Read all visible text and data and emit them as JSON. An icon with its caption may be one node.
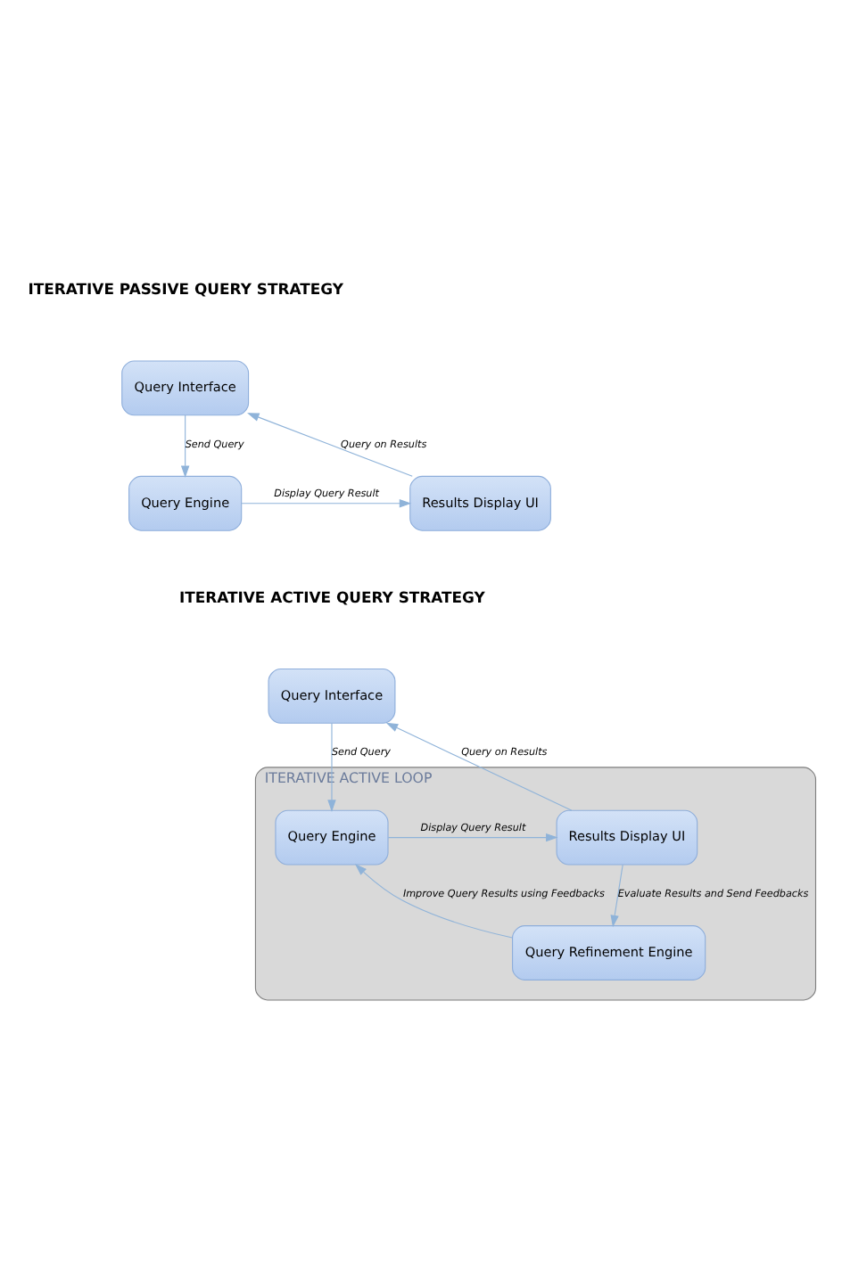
{
  "diagram": {
    "nodes": [
      {
        "text": [
          "Query Interface"
        ]
      },
      {
        "text": [
          "Query Engine"
        ]
      },
      {
        "text": [
          "Results Display UI"
        ]
      },
      {
        "text": [
          "Query Interface"
        ]
      },
      {
        "text": [
          "ITERATIVE ACTIVE LOOP"
        ]
      },
      {
        "text": [
          "Results Display UI"
        ],
        "in": 4
      },
      {
        "text": [
          "Query Engine"
        ],
        "in": 4
      },
      {
        "text": [
          "Query Refinement Engine"
        ],
        "in": 4
      }
    ],
    "edges": [
      {
        "from": 0,
        "to": 1,
        "arrow": "to",
        "label": "Send Query"
      },
      {
        "from": 1,
        "to": 2,
        "arrow": "to",
        "label": "Display Query Result"
      },
      {
        "from": 2,
        "to": 0,
        "arrow": "to",
        "label": "Query on Results"
      },
      {
        "from": 3,
        "to": 6,
        "arrow": "to",
        "label": "Send Query"
      },
      {
        "from": 6,
        "to": 5,
        "arrow": "to",
        "label": "Display Query Result"
      },
      {
        "from": 5,
        "to": 3,
        "arrow": "to",
        "label": "Query on Results"
      },
      {
        "from": 5,
        "to": 7,
        "arrow": "to",
        "label": "Evaluate Results and Send Feedbacks"
      },
      {
        "from": 7,
        "to": 6,
        "arrow": "to",
        "label": "Improve Query Results using Feedbacks"
      }
    ],
    "labels": [
      "ITERATIVE PASSIVE QUERY STRATEGY",
      "ITERATIVE ACTIVE QUERY STRATEGY"
    ]
  }
}
